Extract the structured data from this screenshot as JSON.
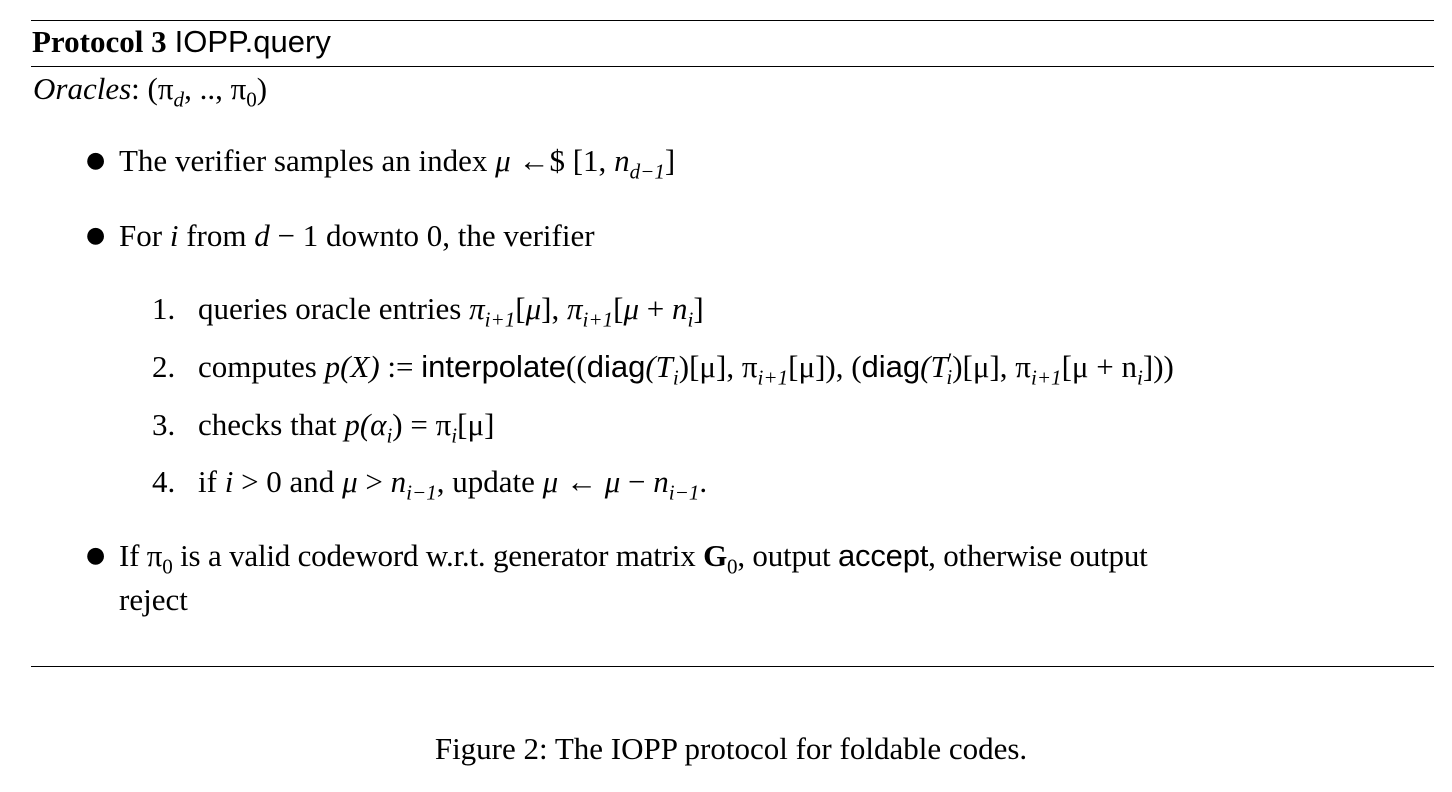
{
  "protocol": {
    "label": "Protocol 3",
    "name": "IOPP.query"
  },
  "oracles": {
    "label": "Oracles",
    "colon": ":",
    "value_open": " (π",
    "value_sub1": "d",
    "value_mid": ", .., π",
    "value_sub2": "0",
    "value_close": ")"
  },
  "bullets": {
    "b1": {
      "text": "The verifier samples an index ",
      "mu": "μ",
      "arrow": " ←$ ",
      "range_open": "[1, ",
      "n": "n",
      "n_sub": "d−1",
      "range_close": "]"
    },
    "b2": {
      "pre": "For ",
      "i": "i",
      "from": " from ",
      "d": "d",
      "rest": " − 1 downto 0, the verifier"
    },
    "b3": {
      "pre": "If π",
      "pi_sub": "0",
      "mid": " is a valid codeword w.r.t. generator matrix ",
      "G": "G",
      "G_sub": "0",
      "comma1": ", output ",
      "accept": "accept",
      "comma2": ", otherwise output",
      "reject": "reject"
    }
  },
  "steps": {
    "s1": {
      "num": "1.",
      "text": "queries oracle entries ",
      "pi1": "π",
      "sub1": "i+1",
      "mid1": "[",
      "mu1": "μ",
      "mid2": "], ",
      "pi2": "π",
      "sub2": "i+1",
      "mid3": "[",
      "mu2": "μ",
      "mid4": " + ",
      "n": "n",
      "nsub": "i",
      "end": "]"
    },
    "s2": {
      "num": "2.",
      "text": "computes ",
      "p": "p",
      "x": "(X)",
      "assign": " := ",
      "interp": "interpolate",
      "open": "((",
      "diag1": "diag",
      "t1": "(T",
      "t1sub": "i",
      "t1close": ")[μ], π",
      "pisub1": "i+1",
      "mid": "[μ]), (",
      "diag2": "diag",
      "t2": "(T",
      "t2sup": "′",
      "t2sub": "i",
      "t2close": ")[μ], π",
      "pisub2": "i+1",
      "mid2": "[μ + n",
      "nsub": "i",
      "end": "]))"
    },
    "s3": {
      "num": "3.",
      "text": "checks that ",
      "p": "p",
      "open": "(α",
      "asub": "i",
      "eq": ") = π",
      "pisub": "i",
      "end": "[μ]"
    },
    "s4": {
      "num": "4.",
      "text": "if ",
      "i": "i",
      "gt0": " > 0 and ",
      "mu": "μ",
      "gt": " > ",
      "n": "n",
      "nsub": "i−1",
      "update": ", update ",
      "mu2": "μ",
      "arrow": " ← ",
      "mu3": "μ",
      "minus": " − ",
      "n2": "n",
      "n2sub": "i−1",
      "end": "."
    }
  },
  "caption": "Figure 2: The IOPP protocol for foldable codes."
}
